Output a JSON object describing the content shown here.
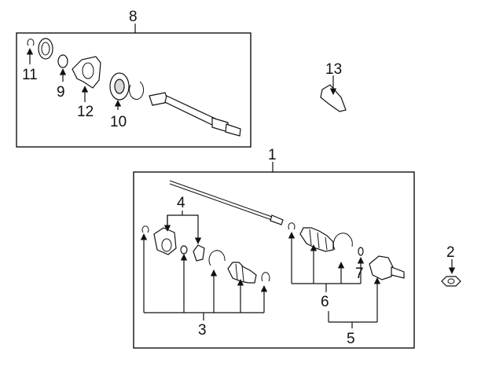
{
  "callouts": {
    "c1": "1",
    "c2": "2",
    "c3": "3",
    "c4": "4",
    "c5": "5",
    "c6": "6",
    "c7": "7",
    "c8": "8",
    "c9": "9",
    "c10": "10",
    "c11": "11",
    "c12": "12",
    "c13": "13"
  },
  "colors": {
    "line": "#111111",
    "background": "#ffffff",
    "shade": "#d9d9d9"
  }
}
